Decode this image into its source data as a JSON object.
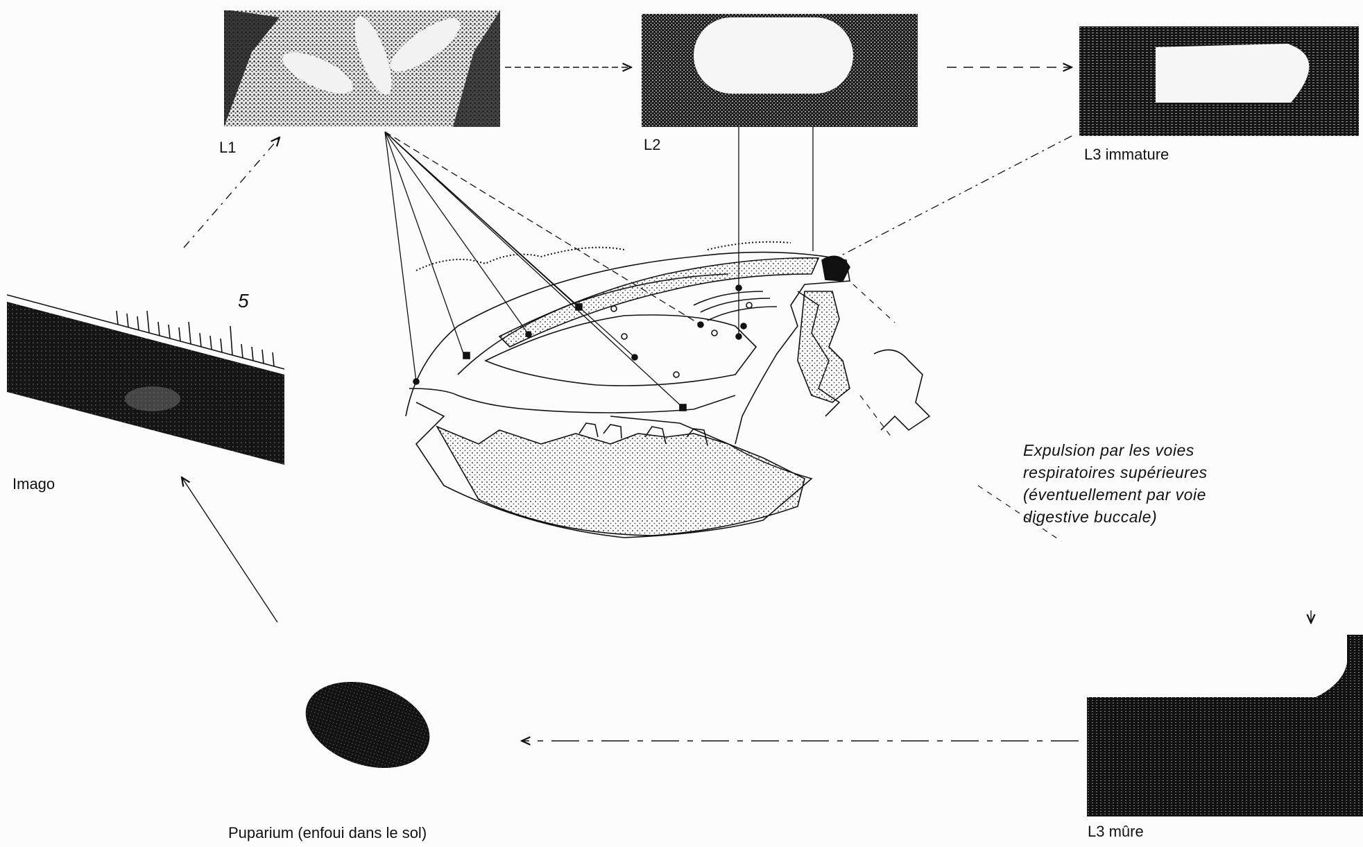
{
  "labels": {
    "l1": "L1",
    "l2": "L2",
    "l3_immature": "L3 immature",
    "imago": "Imago",
    "puparium": "Puparium (enfoui dans le sol)",
    "l3_mure": "L3 mûre",
    "scale_mark": "5"
  },
  "caption": {
    "line1": "Expulsion par les voies",
    "line2": "respiratoires supérieures",
    "line3": "(éventuellement par voie",
    "line4": "digestive buccale)"
  },
  "colors": {
    "ink": "#111111",
    "photo_dark": "#1a1a1a",
    "stipple": "#555555",
    "paper": "#fcfcfc"
  },
  "icons": {
    "arrow": "arrow-icon",
    "larva": "larva-icon",
    "puparium": "puparium-icon",
    "fly": "fly-icon",
    "sheep_head": "sheep-head-icon"
  }
}
